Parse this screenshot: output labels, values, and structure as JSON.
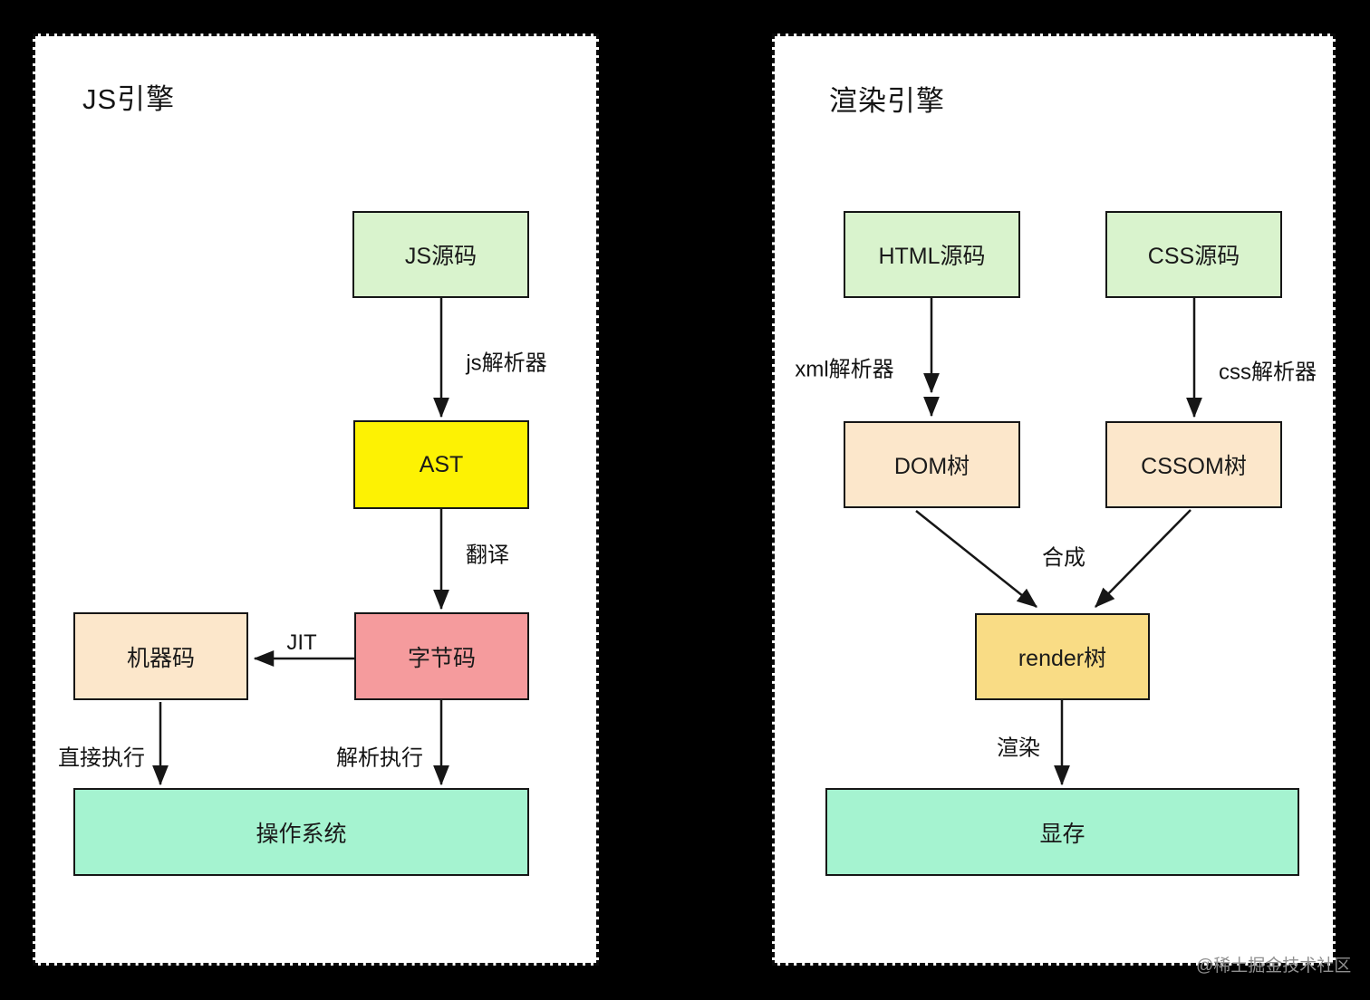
{
  "js_engine_panel": {
    "title": "JS引擎",
    "nodes": {
      "js_source": "JS源码",
      "ast": "AST",
      "bytecode": "字节码",
      "machine_code": "机器码",
      "os": "操作系统"
    },
    "edge_labels": {
      "js_parser": "js解析器",
      "translate": "翻译",
      "jit": "JIT",
      "direct_execute": "直接执行",
      "interpret_execute": "解析执行"
    }
  },
  "render_engine_panel": {
    "title": "渲染引擎",
    "nodes": {
      "html_source": "HTML源码",
      "css_source": "CSS源码",
      "dom_tree": "DOM树",
      "cssom_tree": "CSSOM树",
      "render_tree": "render树",
      "video_memory": "显存"
    },
    "edge_labels": {
      "xml_parser": "xml解析器",
      "css_parser": "css解析器",
      "compose": "合成",
      "render": "渲染"
    }
  },
  "watermark": "@稀土掘金技术社区",
  "colors": {
    "background": "#000000",
    "panel": "#ffffff",
    "source_green": "#d9f3cd",
    "ast_yellow": "#fdf203",
    "bytecode_salmon": "#f59b9d",
    "peach": "#fce7cb",
    "render_amber": "#f9dc85",
    "mint": "#a5f3d0",
    "line": "#161616",
    "watermark_gray": "#8f8f8f"
  }
}
